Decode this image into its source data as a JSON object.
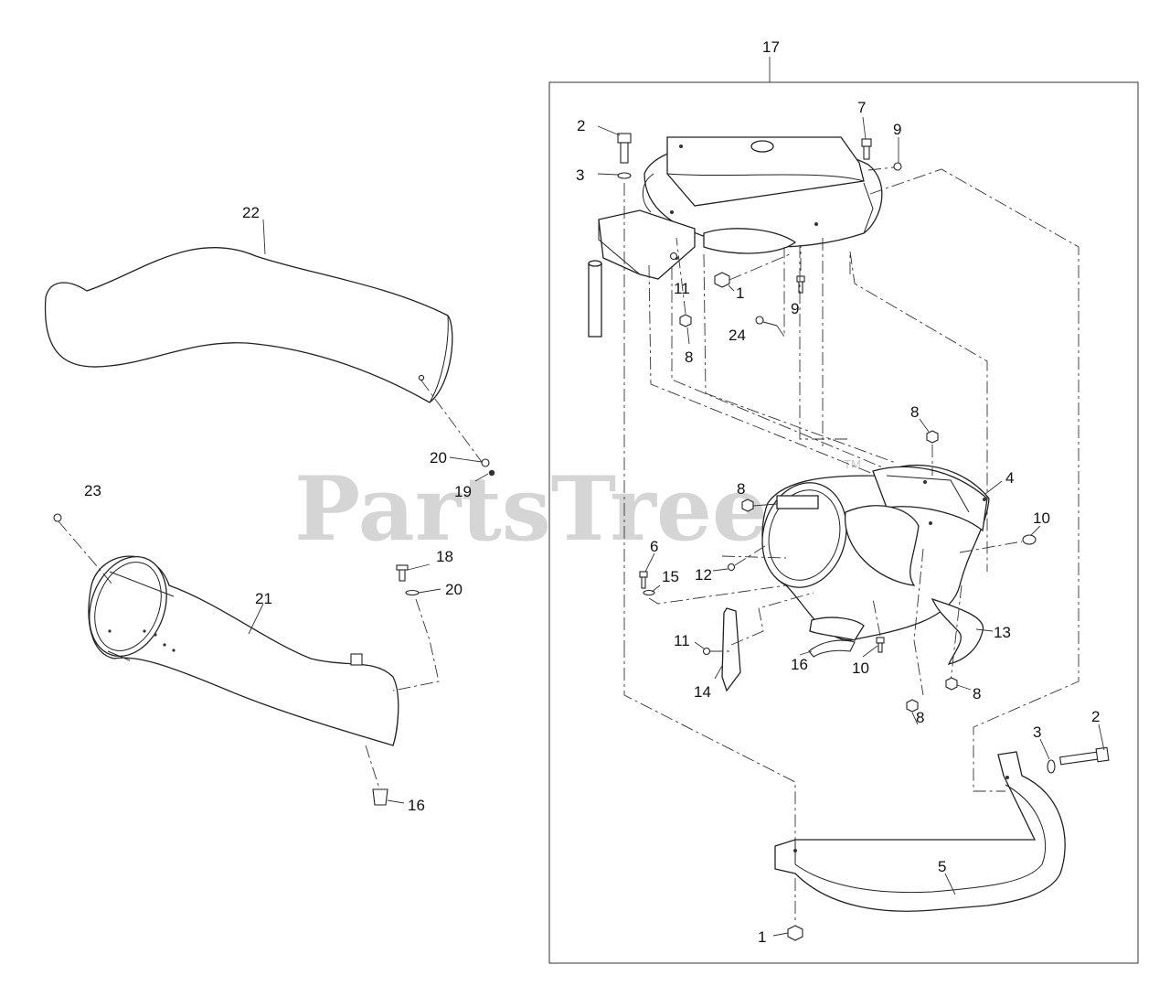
{
  "watermark": {
    "text": "PartsTree",
    "mark": "TM"
  },
  "callouts": {
    "c17": "17",
    "c2a": "2",
    "c3a": "3",
    "c7": "7",
    "c9a": "9",
    "c11a": "11",
    "c1a": "1",
    "c9b": "9",
    "c24": "24",
    "c8a": "8",
    "c22": "22",
    "c20a": "20",
    "c19": "19",
    "c23": "23",
    "c18": "18",
    "c20b": "20",
    "c21": "21",
    "c16a": "16",
    "c8b": "8",
    "c4": "4",
    "c8c": "8",
    "c10a": "10",
    "c6": "6",
    "c15": "15",
    "c12": "12",
    "c11b": "11",
    "c14": "14",
    "c16b": "16",
    "c10b": "10",
    "c13": "13",
    "c8d": "8",
    "c8e": "8",
    "c3b": "3",
    "c2b": "2",
    "c5": "5",
    "c1b": "1"
  }
}
